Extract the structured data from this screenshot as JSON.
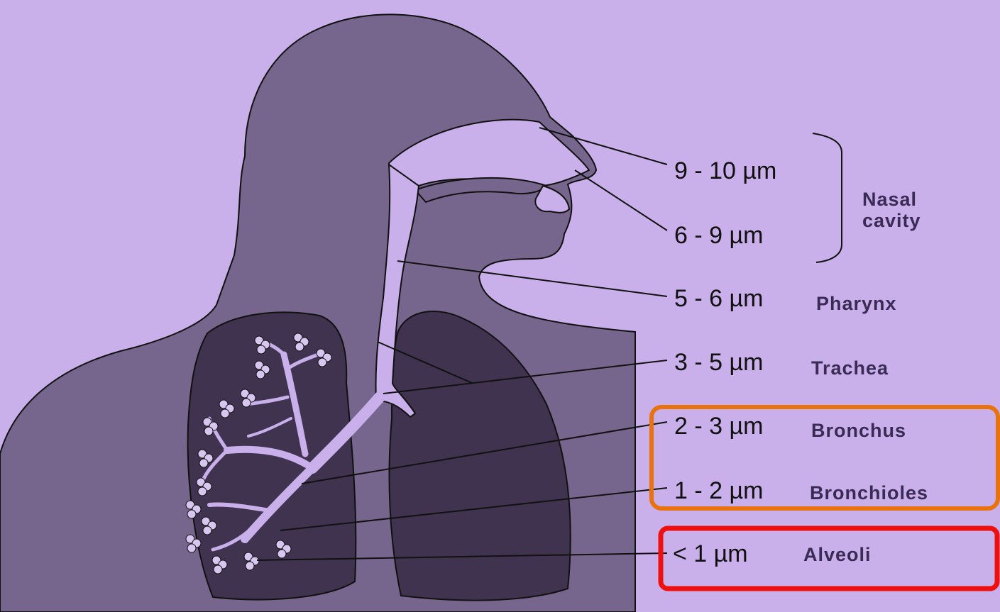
{
  "colors": {
    "background": "#c9b0ea",
    "body": "#76668d",
    "lung": "#3f334f",
    "airway": "#c9b0ea",
    "outline": "#111111",
    "highlight_bronchi": "#e8720c",
    "highlight_alveoli": "#ee0f0f"
  },
  "labels": {
    "nasal_a_size": "9 - 10 µm",
    "nasal_b_size": "6 - 9 µm",
    "nasal_region": [
      "Nasal",
      "cavity"
    ],
    "pharynx_size": "5 - 6 µm",
    "pharynx_name": "Pharynx",
    "trachea_size": "3 - 5 µm",
    "trachea_name": "Trachea",
    "bronchus_size": "2 - 3 µm",
    "bronchus_name": "Bronchus",
    "bronchioles_size": "1 - 2 µm",
    "bronchioles_name": "Bronchioles",
    "alveoli_size": "< 1 µm",
    "alveoli_name": "Alveoli"
  }
}
